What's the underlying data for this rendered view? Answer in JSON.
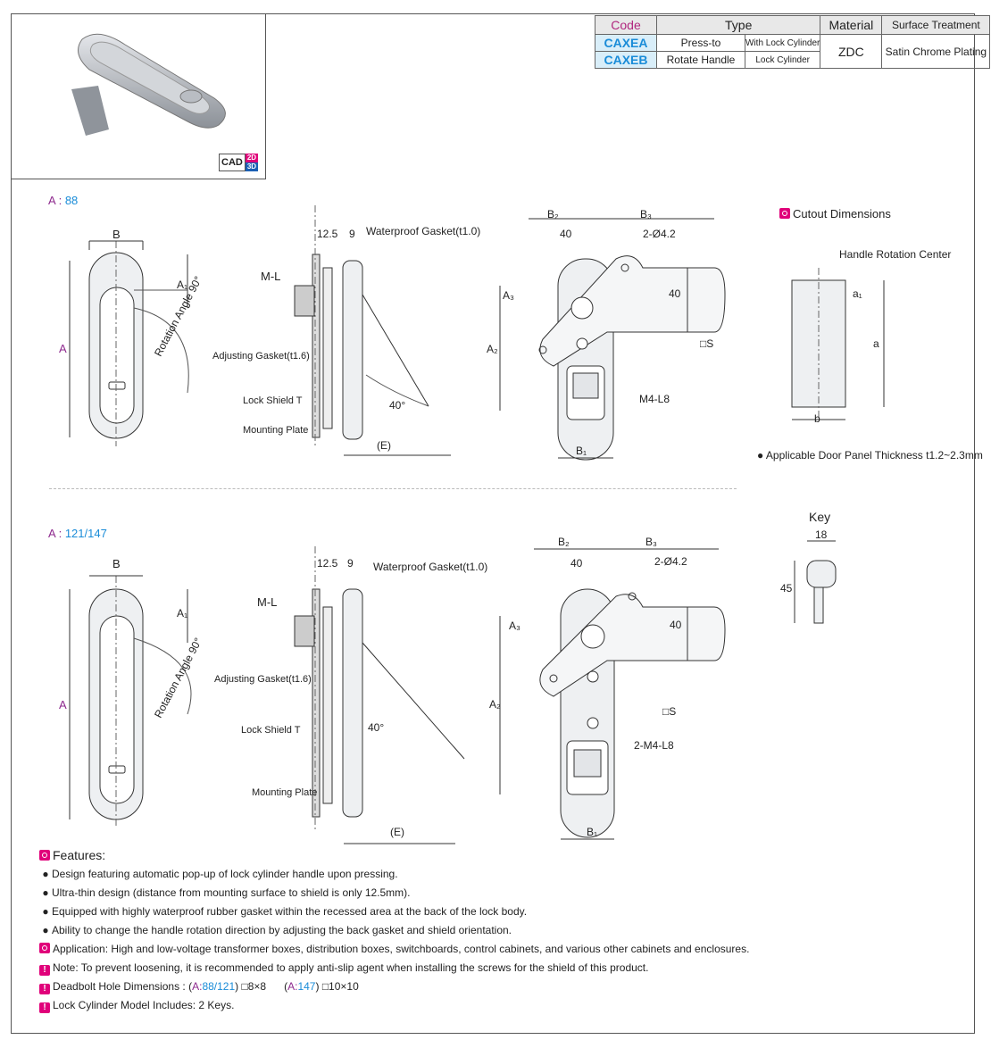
{
  "table": {
    "headers": [
      "Code",
      "Type",
      "Material",
      "Surface Treatment"
    ],
    "rows": [
      {
        "code": "CAXEA",
        "type": "Press-to",
        "subtype": "With Lock Cylinder"
      },
      {
        "code": "CAXEB",
        "type": "Rotate Handle",
        "subtype": "Lock Cylinder"
      }
    ],
    "material": "ZDC",
    "surface": "Satin Chrome Plating"
  },
  "badge": {
    "cad": "CAD",
    "d2": "2D",
    "d3": "3D"
  },
  "section1": {
    "a_label": "A :",
    "a_value": "88"
  },
  "section2": {
    "a_label": "A :",
    "a_value": "121/147"
  },
  "dims": {
    "B": "B",
    "A": "A",
    "A1": "A₁",
    "A2": "A₂",
    "A3": "A₃",
    "B1": "B₁",
    "B2": "B₂",
    "B3": "B₃",
    "rotation": "Rotation Angle 90°",
    "d125": "12.5",
    "d9": "9",
    "gasket": "Waterproof Gasket(t1.0)",
    "ml": "M-L",
    "adj": "Adjusting Gasket(t1.6)",
    "shield": "Lock Shield T",
    "plate": "Mounting Plate",
    "e": "(E)",
    "angle40": "40°",
    "d40": "40",
    "hole": "2-Ø4.2",
    "sq": "□S",
    "m4": "M4-L8",
    "m4b": "2-M4-L8"
  },
  "cutout": {
    "title": "Cutout Dimensions",
    "center": "Handle Rotation Center",
    "a1": "a₁",
    "a": "a",
    "b": "b",
    "thickness": "Applicable Door Panel Thickness t1.2~2.3mm"
  },
  "key": {
    "title": "Key",
    "w": "18",
    "h": "45"
  },
  "features": {
    "title": "Features:",
    "items": [
      "Design featuring automatic pop-up of lock cylinder handle upon pressing.",
      "Ultra-thin design (distance from mounting surface to shield is only 12.5mm).",
      "Equipped with highly waterproof rubber gasket within the recessed area at the back of the lock body.",
      "Ability to change the handle rotation direction by adjusting the back gasket and shield orientation."
    ],
    "application": "Application: High and low-voltage transformer boxes, distribution boxes, switchboards, control cabinets, and various other cabinets and enclosures.",
    "note": "Note: To prevent loosening, it is recommended to apply anti-slip agent when installing the screws for the shield of this product.",
    "deadbolt_prefix": "Deadbolt Hole Dimensions :",
    "deadbolt_a1": "A:",
    "deadbolt_v1": "88/121",
    "deadbolt_s1": "□8×8",
    "deadbolt_a2": "A:",
    "deadbolt_v2": "147",
    "deadbolt_s2": "□10×10",
    "keys": "Lock Cylinder Model Includes: 2 Keys."
  }
}
